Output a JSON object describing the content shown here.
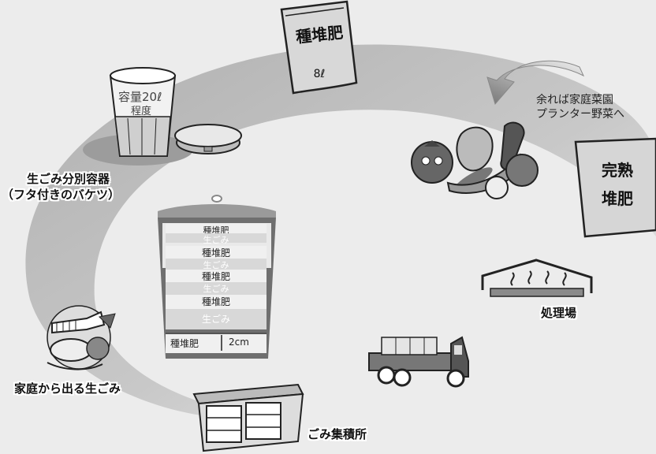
{
  "bag_top": {
    "line1": "種堆肥",
    "volume": "8ℓ"
  },
  "bag_right": {
    "line1": "完熟",
    "line2": "堆肥"
  },
  "bucket": {
    "line1": "容量20ℓ",
    "line2": "程度"
  },
  "surplus_note": {
    "line1": "余れば家庭菜園",
    "line2": "プランター野菜へ"
  },
  "label_container": {
    "line1": "生ごみ分別容器",
    "line2": "（フタ付きのバケツ）"
  },
  "label_home": "家庭から出る生ごみ",
  "label_collection": "ごみ集積所",
  "label_plant": "処理場",
  "layers": [
    "種堆肥",
    "生ごみ",
    "種堆肥",
    "生ごみ",
    "種堆肥",
    "生ごみ",
    "種堆肥",
    "生ごみ"
  ],
  "bottom_layer": {
    "label": "種堆肥",
    "thickness": "2cm"
  }
}
